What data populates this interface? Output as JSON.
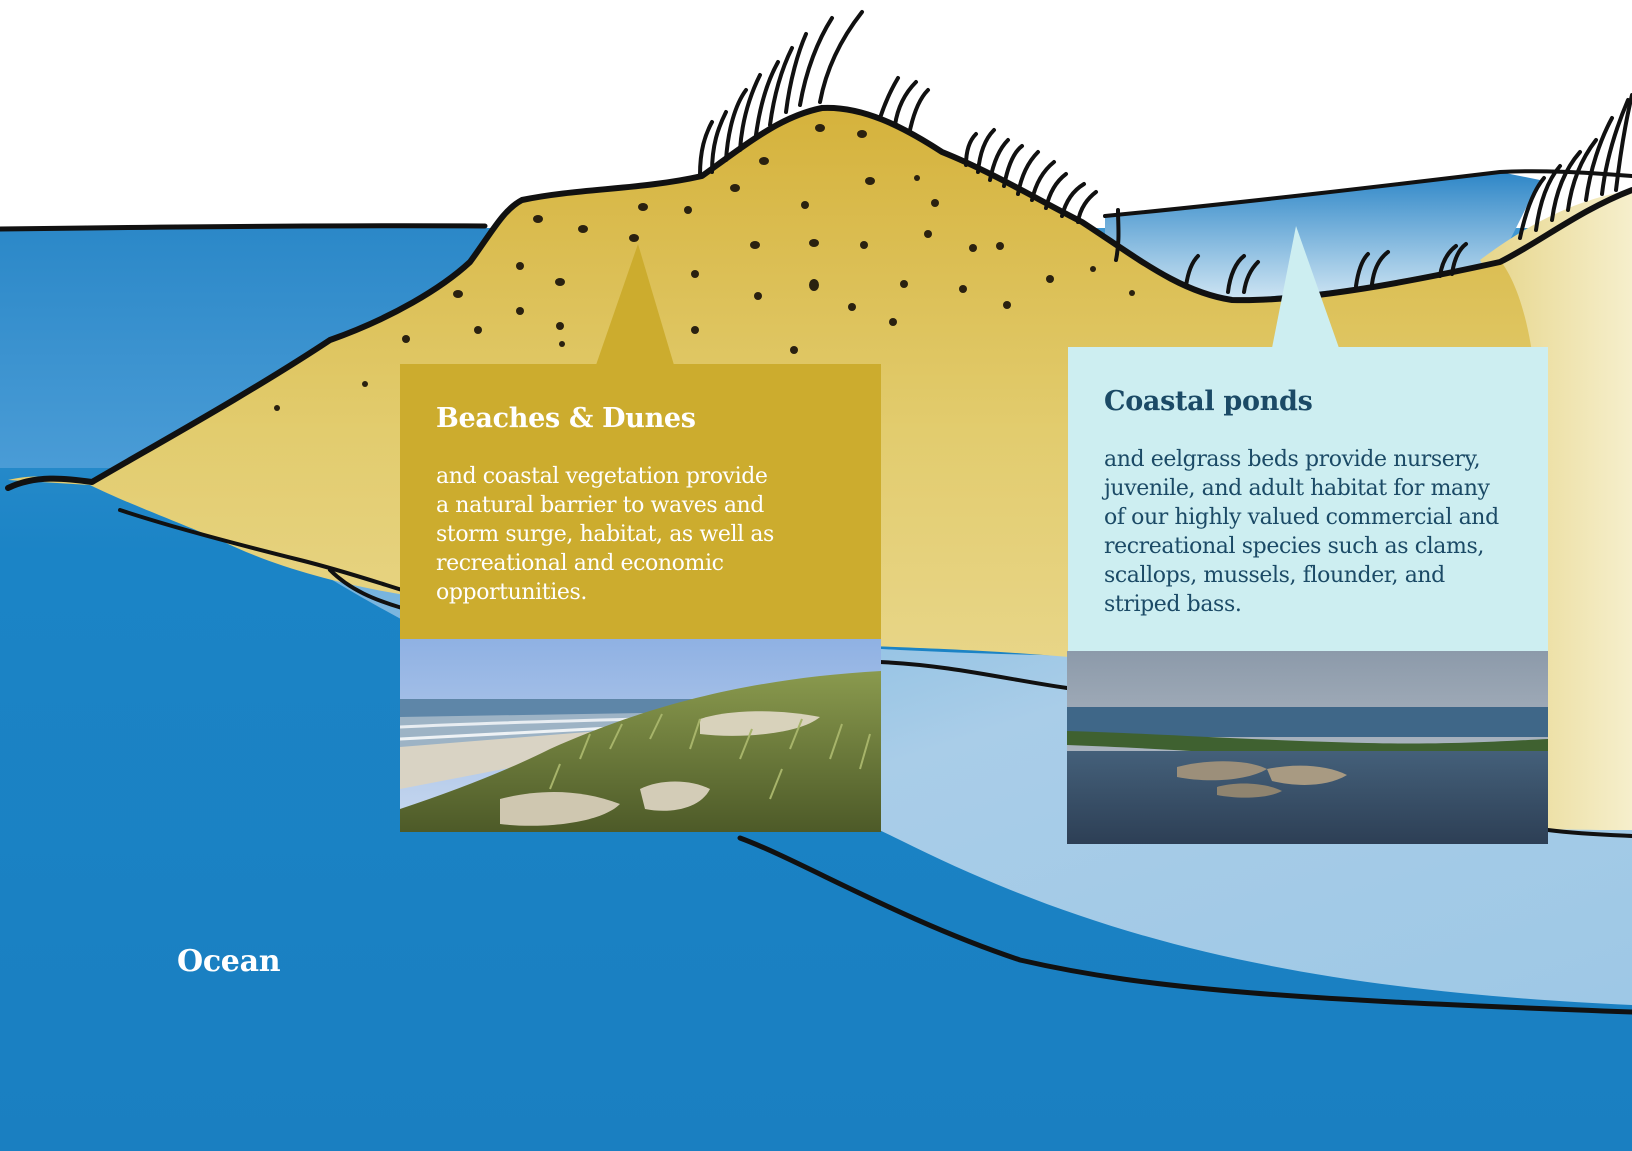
{
  "colors": {
    "ocean": "#1a82c5",
    "shallow_water": "#a8cde6",
    "sand": "#dcc362",
    "beach_callout": "#ccac2e",
    "pond_callout": "#cdeef1",
    "pond_text": "#1b4a66",
    "outline": "#111111"
  },
  "callouts": {
    "beaches_dunes": {
      "title": "Beaches & Dunes",
      "text": "and coastal vegetation provide a natural barrier to waves and storm surge, habitat, as well as recreational and economic opportunities."
    },
    "coastal_ponds": {
      "title": "Coastal ponds",
      "text": "and eelgrass beds provide nursery, juvenile, and adult habitat for many of our highly valued commercial and recreational species such as clams, scallops, mussels, flounder, and striped bass."
    }
  },
  "labels": {
    "ocean": "Ocean"
  }
}
